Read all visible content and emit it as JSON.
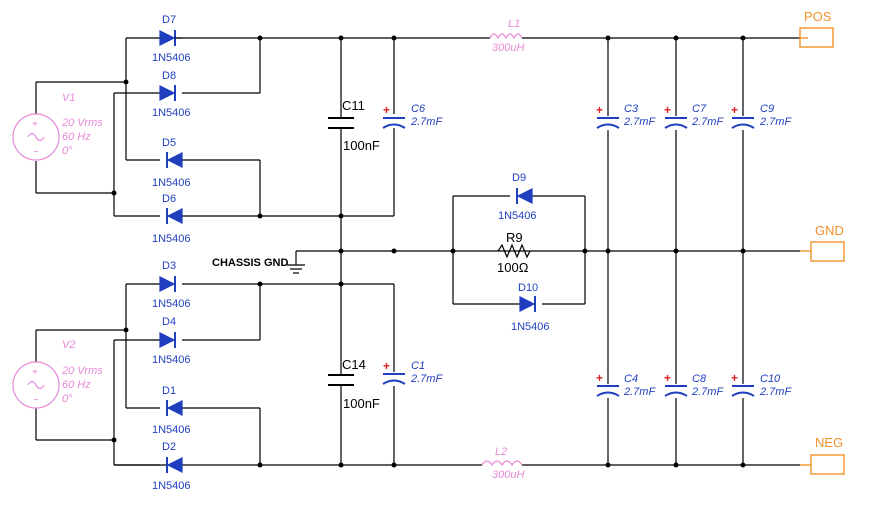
{
  "ports": {
    "pos": "POS",
    "gnd": "GND",
    "neg": "NEG"
  },
  "chassis": "CHASSIS GND",
  "sources": [
    {
      "name": "V1",
      "vrms": "20 Vrms",
      "freq": "60 Hz",
      "phase": "0°"
    },
    {
      "name": "V2",
      "vrms": "20 Vrms",
      "freq": "60 Hz",
      "phase": "0°"
    }
  ],
  "diodes": [
    {
      "name": "D7",
      "part": "1N5406"
    },
    {
      "name": "D8",
      "part": "1N5406"
    },
    {
      "name": "D5",
      "part": "1N5406"
    },
    {
      "name": "D6",
      "part": "1N5406"
    },
    {
      "name": "D3",
      "part": "1N5406"
    },
    {
      "name": "D4",
      "part": "1N5406"
    },
    {
      "name": "D1",
      "part": "1N5406"
    },
    {
      "name": "D2",
      "part": "1N5406"
    },
    {
      "name": "D9",
      "part": "1N5406"
    },
    {
      "name": "D10",
      "part": "1N5406"
    }
  ],
  "caps": {
    "c11": {
      "name": "C11",
      "value": "100nF"
    },
    "c14": {
      "name": "C14",
      "value": "100nF"
    },
    "c6": {
      "name": "C6",
      "value": "2.7mF"
    },
    "c1": {
      "name": "C1",
      "value": "2.7mF"
    },
    "c3": {
      "name": "C3",
      "value": "2.7mF"
    },
    "c7": {
      "name": "C7",
      "value": "2.7mF"
    },
    "c9": {
      "name": "C9",
      "value": "2.7mF"
    },
    "c4": {
      "name": "C4",
      "value": "2.7mF"
    },
    "c8": {
      "name": "C8",
      "value": "2.7mF"
    },
    "c10": {
      "name": "C10",
      "value": "2.7mF"
    }
  },
  "inductors": [
    {
      "name": "L1",
      "value": "300uH"
    },
    {
      "name": "L2",
      "value": "300uH"
    }
  ],
  "resistor": {
    "name": "R9",
    "value": "100Ω"
  },
  "colors": {
    "wire": "#000000",
    "component": "#1f3fbf",
    "source": "#e68ad6",
    "port": "#f0922a",
    "polarity": "#e02020"
  }
}
